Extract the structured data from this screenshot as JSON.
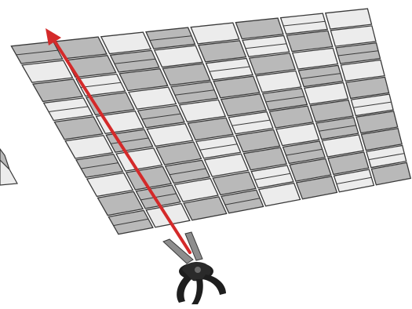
{
  "colors": {
    "background": "#ffffff",
    "tile_dark": "#b9b9b9",
    "tile_light": "#ececec",
    "tile_stroke": "#3a3a3a",
    "arrow": "#d42a2a",
    "cutter_body": "#1e1e1e",
    "cutter_blade": "#8d8d8d"
  },
  "icons": {
    "main": "tiled-floor-grid",
    "arrow": "red-direction-arrow",
    "tool": "cutting-pliers-icon",
    "partial_left": "partial-floor-grid"
  }
}
